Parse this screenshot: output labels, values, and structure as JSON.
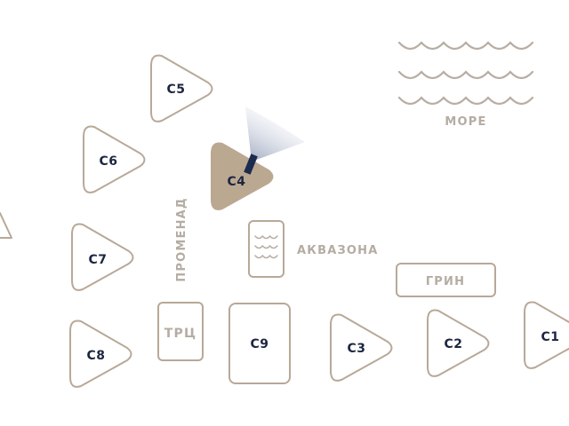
{
  "map": {
    "colors": {
      "outline": "#b8a898",
      "selected_fill": "#bba891",
      "label_dark": "#1d2640",
      "label_light": "#b5aca2",
      "view_marker": "#1d2b4f",
      "background": "#ffffff"
    },
    "buildings": [
      {
        "id": "C1",
        "label": "С1",
        "shape": "triangle",
        "selected": false
      },
      {
        "id": "C2",
        "label": "С2",
        "shape": "triangle",
        "selected": false
      },
      {
        "id": "C3",
        "label": "С3",
        "shape": "triangle",
        "selected": false
      },
      {
        "id": "C4",
        "label": "С4",
        "shape": "triangle",
        "selected": true
      },
      {
        "id": "C5",
        "label": "С5",
        "shape": "triangle",
        "selected": false
      },
      {
        "id": "C6",
        "label": "С6",
        "shape": "triangle",
        "selected": false
      },
      {
        "id": "C7",
        "label": "С7",
        "shape": "triangle",
        "selected": false
      },
      {
        "id": "C8",
        "label": "С8",
        "shape": "triangle",
        "selected": false
      },
      {
        "id": "C9",
        "label": "С9",
        "shape": "rect",
        "selected": false
      }
    ],
    "zones": {
      "sea": "МОРЕ",
      "aquazone": "АКВАЗОНА",
      "green": "ГРИН",
      "mall": "ТРЦ",
      "promenade": "ПРОМЕНАД"
    },
    "icons": {
      "sea": "waves-icon",
      "aquazone": "pool-waves-icon",
      "view_direction": "view-cone-icon"
    }
  }
}
